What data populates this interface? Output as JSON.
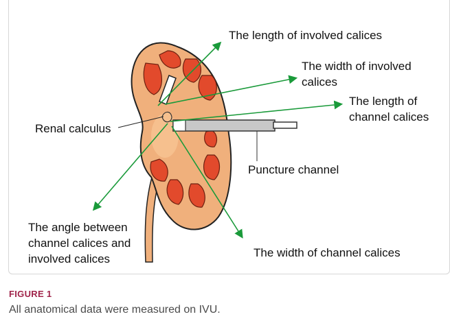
{
  "diagram": {
    "labels": {
      "involved_length": "The length of involved calices",
      "involved_width_line1": "The width of involved",
      "involved_width_line2": "calices",
      "channel_length_line1": "The length  of",
      "channel_length_line2": "channel calices",
      "renal_calculus": "Renal calculus",
      "puncture_channel": "Puncture channel",
      "angle_line1": "The angle between",
      "angle_line2": "channel calices and",
      "angle_line3": "involved calices",
      "channel_width": "The width of channel calices"
    },
    "colors": {
      "kidney_fill": "#f0b07c",
      "kidney_outline": "#222222",
      "calyx_fill": "#e24a2c",
      "arrow": "#1a9a3a",
      "needle_fill": "#c8c8c8"
    }
  },
  "figure": {
    "label": "FIGURE 1",
    "caption": "All anatomical data were measured on IVU."
  }
}
